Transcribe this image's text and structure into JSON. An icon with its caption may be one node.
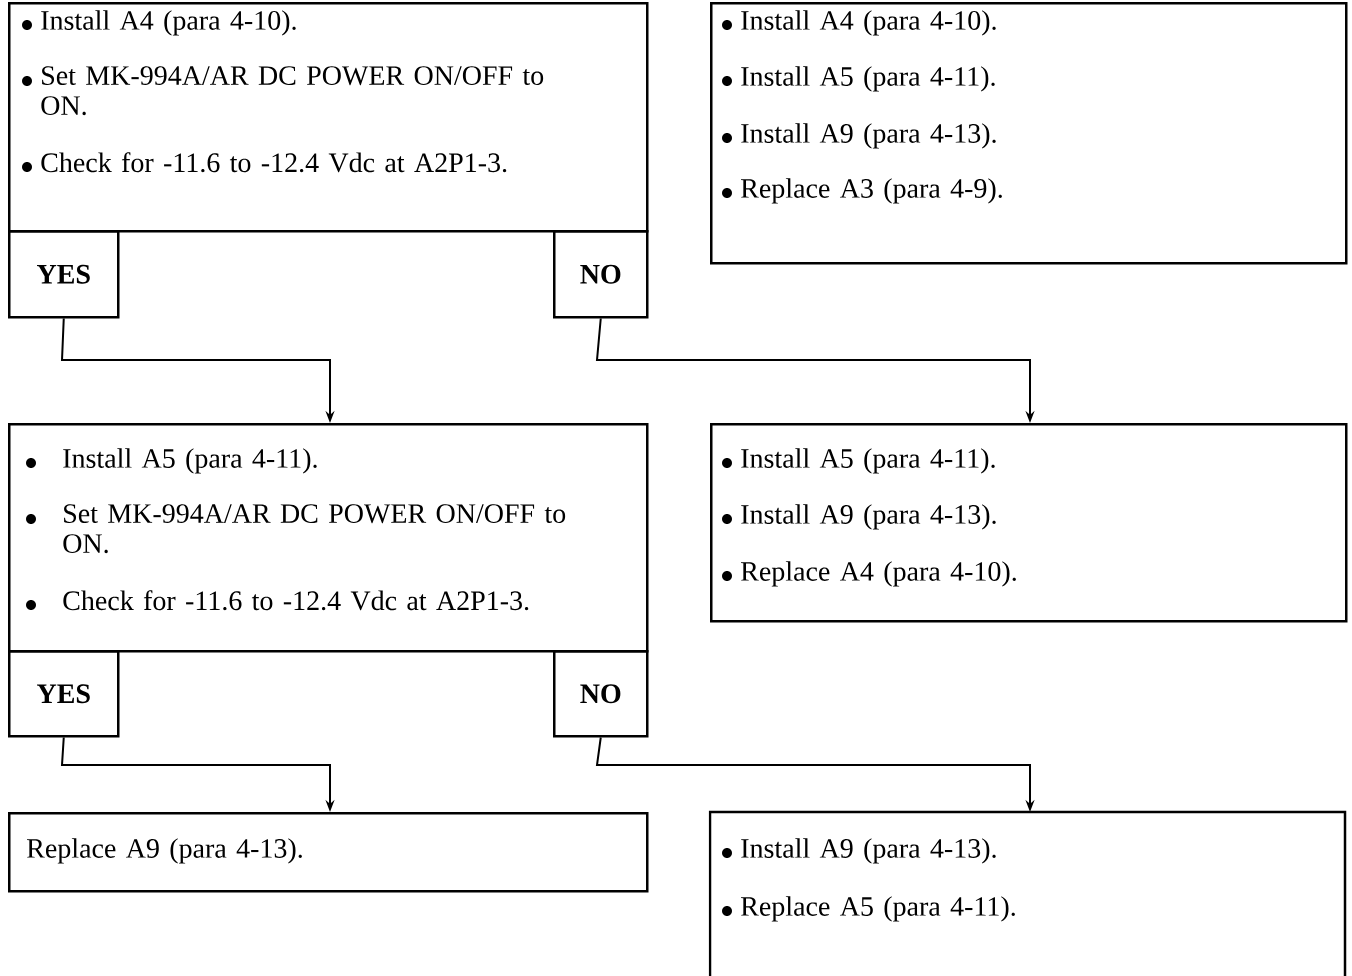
{
  "diagram": {
    "nodes": [
      {
        "text": [
          "Install A4 (para 4-10).",
          "Set MK-994A/AR DC POWER ON/OFF to ON.",
          "Check for -11.6 to -12.4 Vdc at A2P1-3."
        ]
      },
      {
        "text": [
          "YES"
        ]
      },
      {
        "text": [
          "NO"
        ]
      },
      {
        "text": [
          "Install A4 (para 4-10).",
          "Install A5 (para 4-11).",
          "Install A9 (para 4-13).",
          "Replace A3 (para 4-9)."
        ]
      },
      {
        "text": [
          "Install A5 (para 4-11).",
          "Set MK-994A/AR DC POWER ON/OFF to ON.",
          "Check for -11.6 to -12.4 Vdc at A2P1-3."
        ]
      },
      {
        "text": [
          "YES"
        ]
      },
      {
        "text": [
          "NO"
        ]
      },
      {
        "text": [
          "Install A5 (para 4-11).",
          "Install A9 (para 4-13).",
          "Replace A4 (para 4-10)."
        ]
      },
      {
        "text": [
          "Replace A9 (para 4-13)."
        ]
      },
      {
        "text": [
          "Install A9 (para 4-13).",
          "Replace A5 (para 4-11)."
        ]
      }
    ],
    "edges": [
      {
        "from": 1,
        "to": 4,
        "arrow": "to"
      },
      {
        "from": 2,
        "to": 7,
        "arrow": "to"
      },
      {
        "from": 5,
        "to": 8,
        "arrow": "to"
      },
      {
        "from": 6,
        "to": 9,
        "arrow": "to"
      }
    ]
  }
}
